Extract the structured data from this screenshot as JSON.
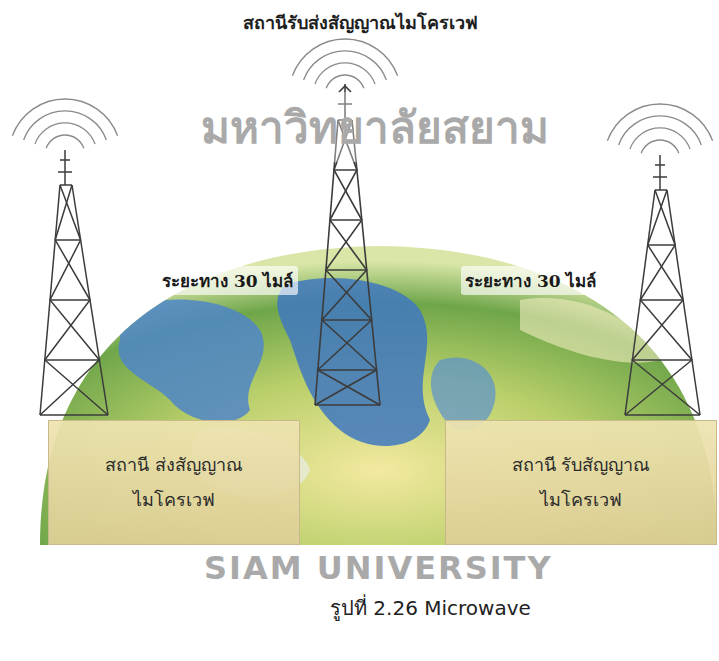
{
  "diagram": {
    "title": "สถานีรับส่งสัญญาณไมโครเวฟ",
    "caption": "รูปที่ 2.26 Microwave",
    "nodes": [
      {
        "text": [
          "สถานี ส่งสัญญาณไมโครเวฟ"
        ]
      },
      {
        "text": [
          "สถานี รับสัญญาณไมโครเวฟ"
        ]
      }
    ],
    "labels": [
      "ระยะทาง 30 ไมล์",
      "ระยะทาง 30 ไมล์",
      "มหาวิทยาลัยสยาม",
      "SIAM UNIVERSITY"
    ]
  }
}
